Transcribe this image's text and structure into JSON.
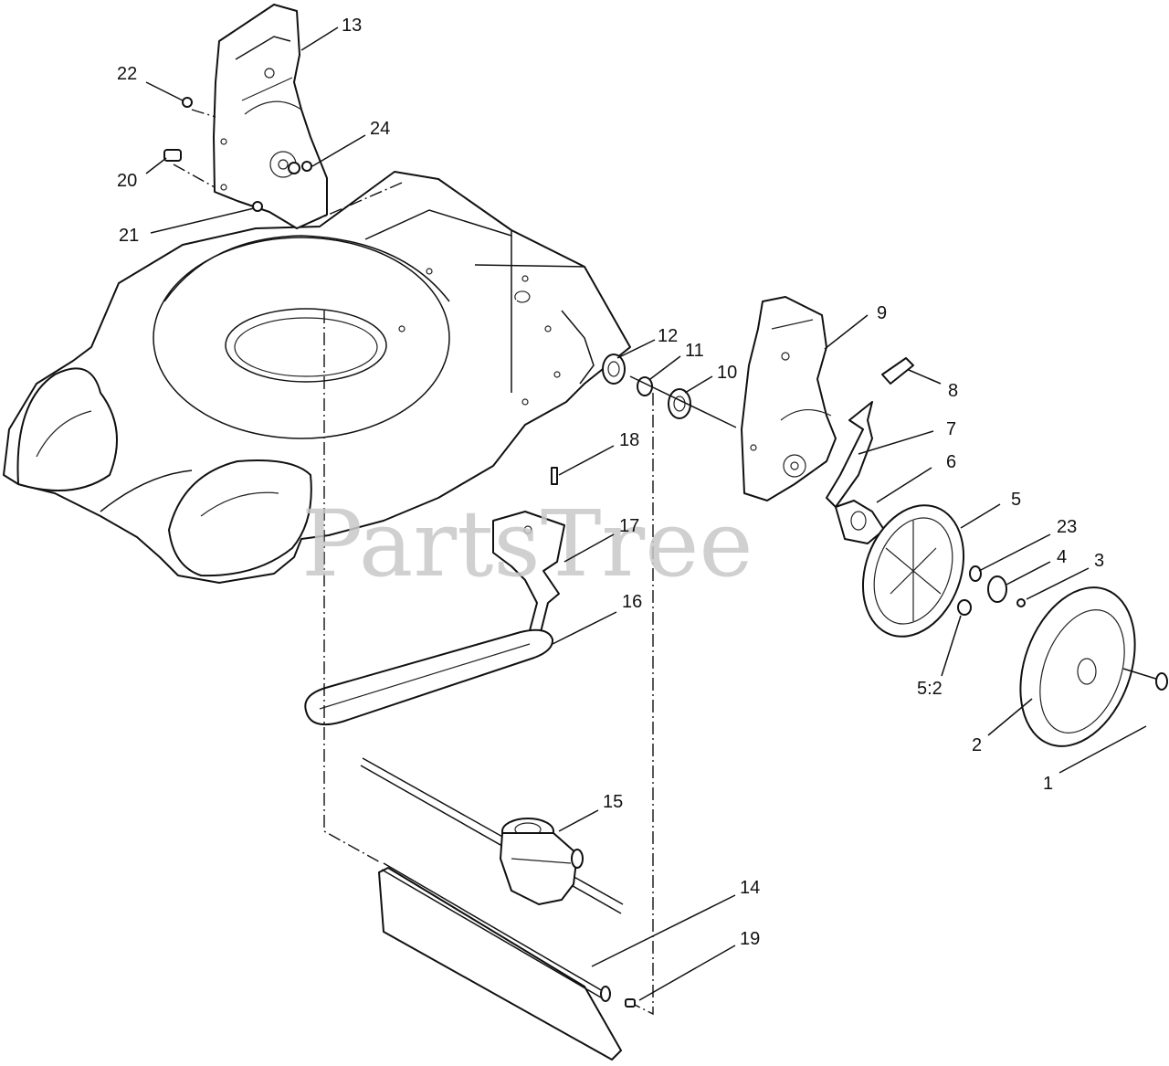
{
  "watermark": "PartsTree",
  "callouts": [
    {
      "id": "c1",
      "label": "1"
    },
    {
      "id": "c2",
      "label": "2"
    },
    {
      "id": "c3",
      "label": "3"
    },
    {
      "id": "c4",
      "label": "4"
    },
    {
      "id": "c5",
      "label": "5"
    },
    {
      "id": "c5-2",
      "label": "5:2"
    },
    {
      "id": "c6",
      "label": "6"
    },
    {
      "id": "c7",
      "label": "7"
    },
    {
      "id": "c8",
      "label": "8"
    },
    {
      "id": "c9",
      "label": "9"
    },
    {
      "id": "c10",
      "label": "10"
    },
    {
      "id": "c11",
      "label": "11"
    },
    {
      "id": "c12",
      "label": "12"
    },
    {
      "id": "c13",
      "label": "13"
    },
    {
      "id": "c14",
      "label": "14"
    },
    {
      "id": "c15",
      "label": "15"
    },
    {
      "id": "c16",
      "label": "16"
    },
    {
      "id": "c17",
      "label": "17"
    },
    {
      "id": "c18",
      "label": "18"
    },
    {
      "id": "c19",
      "label": "19"
    },
    {
      "id": "c20",
      "label": "20"
    },
    {
      "id": "c21",
      "label": "21"
    },
    {
      "id": "c22",
      "label": "22"
    },
    {
      "id": "c23",
      "label": "23"
    },
    {
      "id": "c24",
      "label": "24"
    }
  ]
}
